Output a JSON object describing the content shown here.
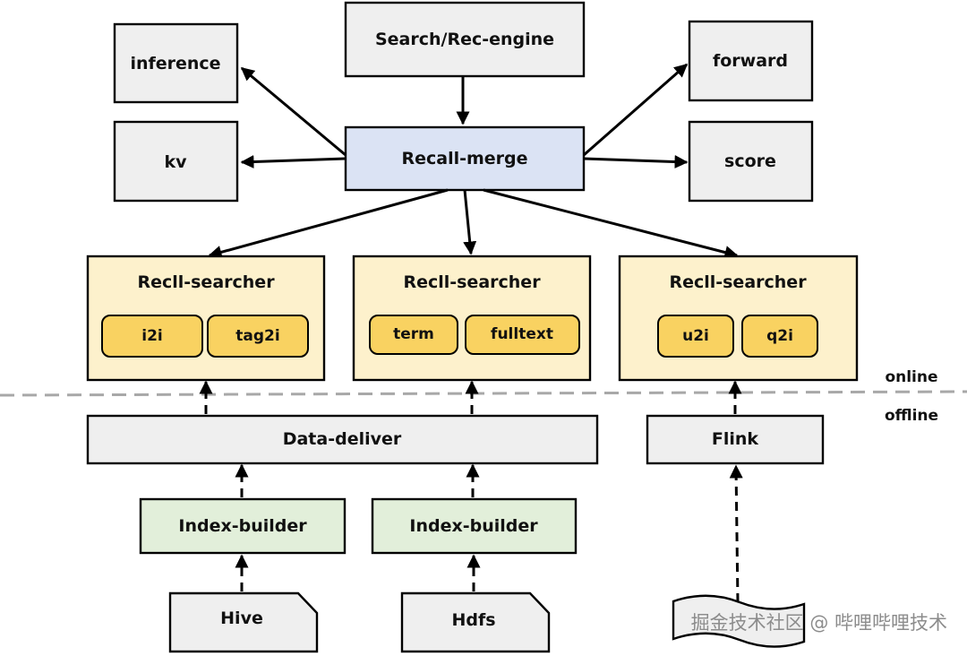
{
  "nodes": {
    "engine": "Search/Rec-engine",
    "inference": "inference",
    "kv": "kv",
    "merge": "Recall-merge",
    "forward": "forward",
    "score": "score",
    "searcher_1": "Recll-searcher",
    "searcher_2": "Recll-searcher",
    "searcher_3": "Recll-searcher",
    "i2i": "i2i",
    "tag2i": "tag2i",
    "term": "term",
    "fulltext": "fulltext",
    "u2i": "u2i",
    "q2i": "q2i",
    "data_deliver": "Data-deliver",
    "flink": "Flink",
    "index_builder_1": "Index-builder",
    "index_builder_2": "Index-builder",
    "hive": "Hive",
    "hdfs": "Hdfs"
  },
  "labels": {
    "online": "online",
    "offline": "offline"
  },
  "watermark": "掘金技术社区 @ 哔哩哔哩技术"
}
